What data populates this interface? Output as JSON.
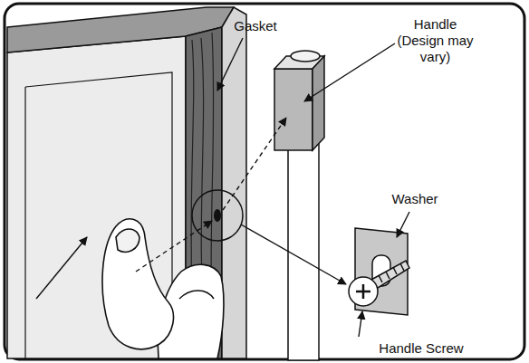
{
  "diagram": {
    "labels": [
      "Gasket",
      "Handle (Design may vary)",
      "Washer",
      "Handle Screw"
    ]
  }
}
